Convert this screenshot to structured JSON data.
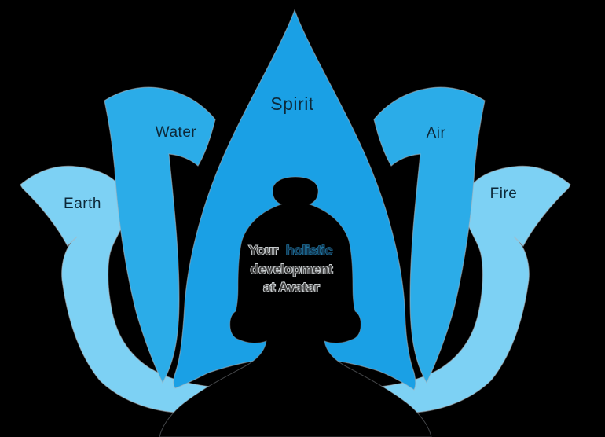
{
  "figure": {
    "name": "five-elements-lotus-diagram",
    "background_color": "#000000"
  },
  "petals": {
    "spirit": {
      "label": "Spirit",
      "color": "#1AA0E5"
    },
    "water": {
      "label": "Water",
      "color": "#2BACE8"
    },
    "air": {
      "label": "Air",
      "color": "#2BACE8"
    },
    "earth": {
      "label": "Earth",
      "color": "#7DD1F4"
    },
    "fire": {
      "label": "Fire",
      "color": "#7DD1F4"
    }
  },
  "labels": {
    "color": "#0D2838"
  },
  "silhouette": {
    "description": "person-head-with-bun",
    "color": "#000000"
  },
  "center_text": {
    "line1_word1": "Your",
    "line1_word2": "holistic",
    "line2": "development",
    "line3": "at Avatar",
    "gray_color": "#3f3f3f",
    "accent_color": "#12344c"
  }
}
